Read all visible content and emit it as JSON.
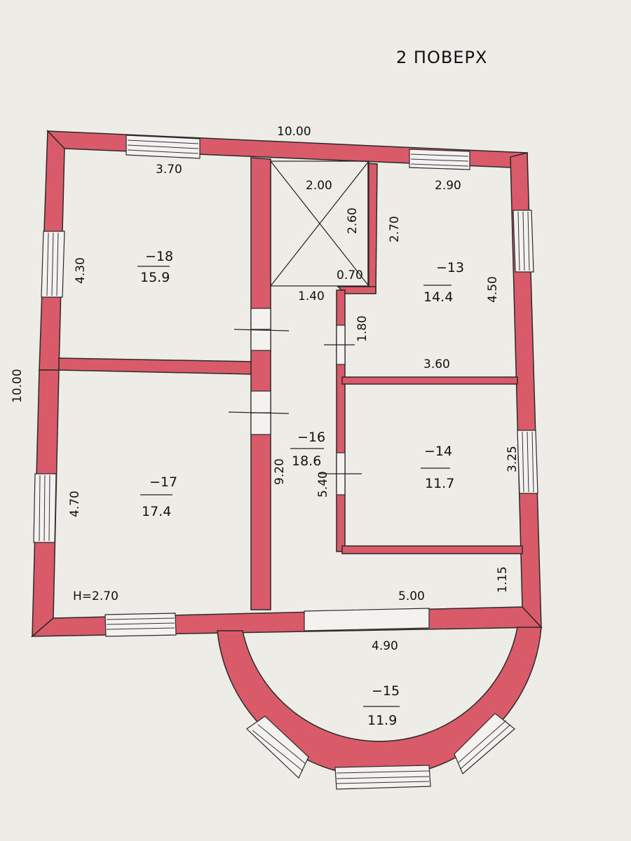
{
  "floor_title": "2 ПОВЕРХ",
  "colors": {
    "wall": "#d95a68",
    "paper": "#eeece6",
    "line": "#222222"
  },
  "overall": {
    "top_width": "10.00",
    "left_height": "10.00"
  },
  "rooms": [
    {
      "id": "18",
      "code": "−18",
      "area": "15.9",
      "dims": [
        "3.70",
        "4.30"
      ]
    },
    {
      "id": "17",
      "code": "−17",
      "area": "17.4",
      "dims": [
        "4.70"
      ]
    },
    {
      "id": "16",
      "code": "−16",
      "area": "18.6",
      "dims": [
        "9.20",
        "5.40",
        "1.40",
        "5.00",
        "1.15"
      ]
    },
    {
      "id": "13",
      "code": "−13",
      "area": "14.4",
      "dims": [
        "2.90",
        "4.50",
        "3.60",
        "2.70",
        "1.80"
      ]
    },
    {
      "id": "14",
      "code": "−14",
      "area": "11.7",
      "dims": [
        "3.25"
      ]
    },
    {
      "id": "15",
      "code": "−15",
      "area": "11.9",
      "dims": [
        "4.90"
      ]
    }
  ],
  "stair": {
    "dims": [
      "2.00",
      "2.60",
      "0.70"
    ]
  },
  "ceiling_height": "H=2.70"
}
